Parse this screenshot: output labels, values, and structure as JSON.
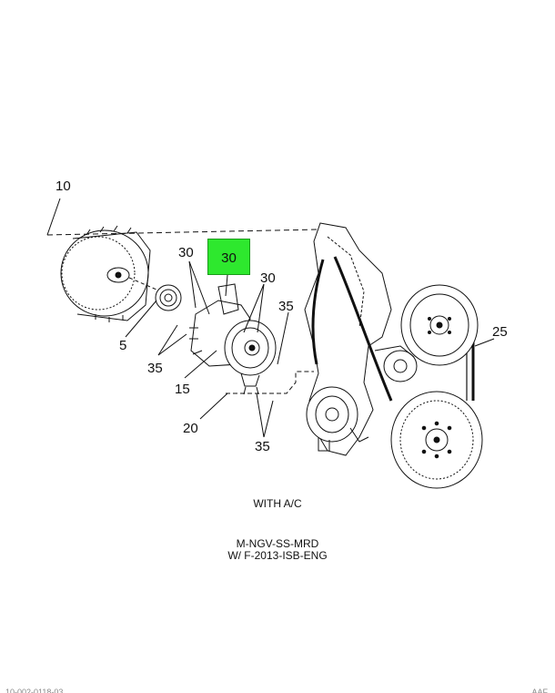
{
  "callouts": {
    "c10": "10",
    "c30_left": "30",
    "c30_highlight": "30",
    "c30_right": "30",
    "c35_mid": "35",
    "c5": "5",
    "c35_left": "35",
    "c15": "15",
    "c20": "20",
    "c35_bottom": "35",
    "c25": "25"
  },
  "captions": {
    "with_ac": "WITH A/C",
    "model_line1": "M-NGV-SS-MRD",
    "model_line2": "W/ F-2013-ISB-ENG"
  },
  "footer": {
    "left": "10-002-0118-03",
    "right": "AAF"
  },
  "colors": {
    "highlight": "#2ee82e",
    "line": "#111111"
  }
}
